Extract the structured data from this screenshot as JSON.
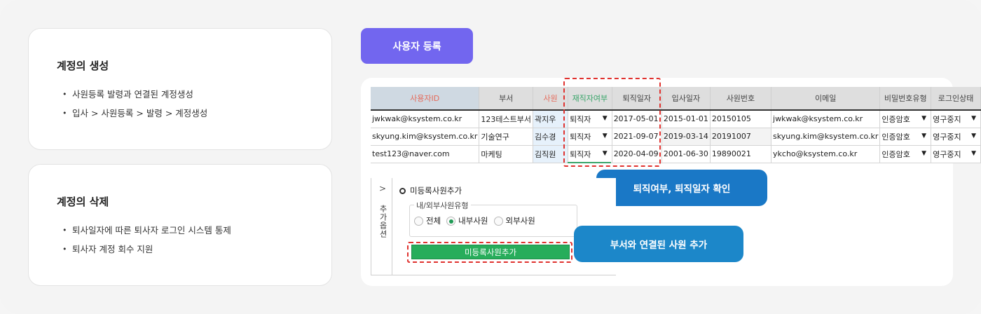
{
  "left_cards": [
    {
      "title": "계정의 생성",
      "bullets": [
        "사원등록 발령과 연결된 계정생성",
        "입사 > 사원등록 > 발령 > 계정생성"
      ]
    },
    {
      "title": "계정의 삭제",
      "bullets": [
        "퇴사일자에 따른 퇴사자 로그인 시스템 통제",
        "퇴사자 계정 회수 지원"
      ]
    }
  ],
  "header_button": "사용자 등록",
  "grid": {
    "columns": [
      "사용자ID",
      "부서",
      "사원",
      "재직자여부",
      "퇴직일자",
      "입사일자",
      "사원번호",
      "이메일",
      "비밀번호유형",
      "로그인상태"
    ],
    "rows": [
      [
        "jwkwak@ksystem.co.kr",
        "123테스트부서",
        "곽지우",
        "퇴직자",
        "2017-05-01",
        "2015-01-01",
        "20150105",
        "jwkwak@ksystem.co.kr",
        "인증암호",
        "영구중지"
      ],
      [
        "skyung.kim@ksystem.co.kr",
        "기술연구",
        "김수경",
        "퇴직자",
        "2021-09-07",
        "2019-03-14",
        "20191007",
        "skyung.kim@ksystem.co.kr",
        "인증암호",
        "영구중지"
      ],
      [
        "test123@naver.com",
        "마케팅",
        "김직원",
        "퇴직자",
        "2020-04-09",
        "2001-06-30",
        "19890021",
        "ykcho@ksystem.co.kr",
        "인증암호",
        "영구중지"
      ]
    ],
    "dropdown_glyph": "▼"
  },
  "callouts": {
    "retire_check": "퇴직여부, 퇴직일자 확인",
    "add_by_dept": "부서와 연결된 사원 추가"
  },
  "sub_panel": {
    "side_chevron": ">",
    "side_label": "추가옵션",
    "title": "미등록사원추가",
    "group_label": "내/외부사원유형",
    "options": [
      "전체",
      "내부사원",
      "외부사원"
    ],
    "selected_option": "내부사원",
    "button": "미등록사원추가"
  },
  "colors": {
    "accent_purple": "#7266ef",
    "callout_blue": "#1a78c6",
    "highlight_red": "#e0322f",
    "button_green": "#27ad5b"
  }
}
